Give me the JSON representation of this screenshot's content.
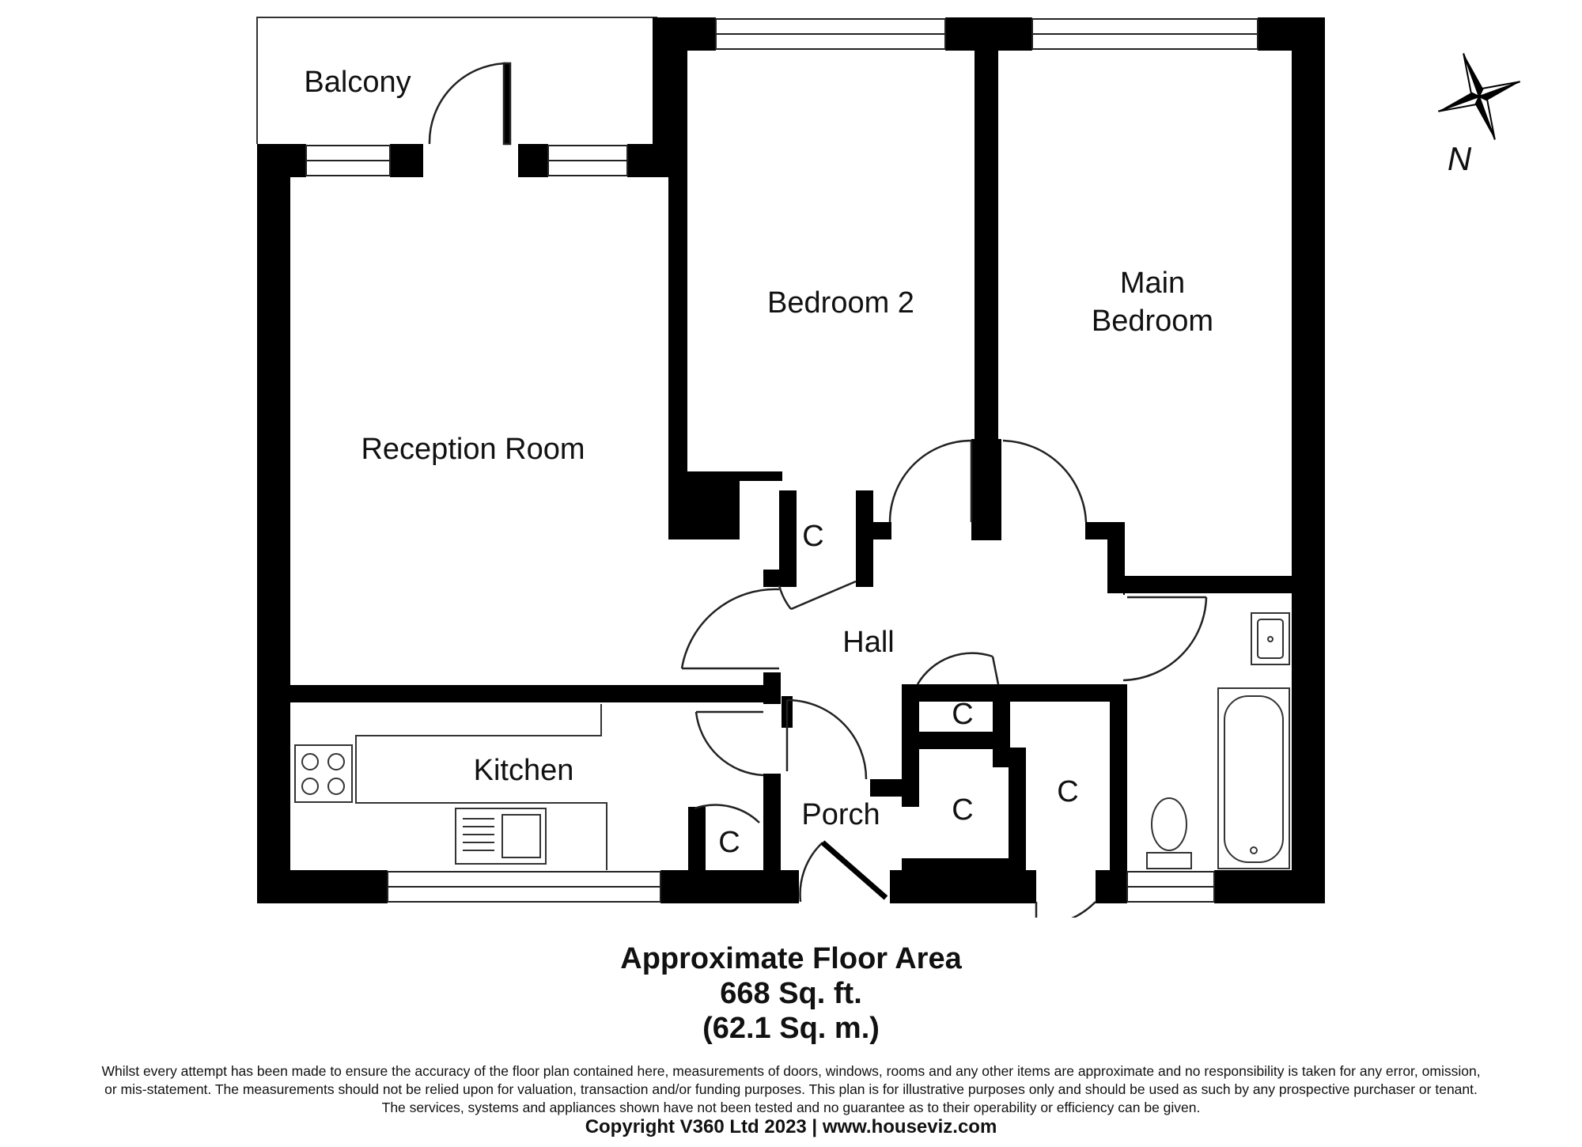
{
  "rooms": {
    "balcony": "Balcony",
    "reception": "Reception Room",
    "bedroom2": "Bedroom 2",
    "main_bedroom_line1": "Main",
    "main_bedroom_line2": "Bedroom",
    "hall": "Hall",
    "kitchen": "Kitchen",
    "porch": "Porch",
    "cupboard": "C"
  },
  "compass": {
    "north_label": "N"
  },
  "area": {
    "title": "Approximate Floor Area",
    "sqft": "668 Sq. ft.",
    "sqm": "(62.1 Sq. m.)"
  },
  "disclaimer": {
    "line1": "Whilst every attempt has been made to ensure the accuracy of the floor plan contained here, measurements of doors, windows, rooms and any other items are approximate and no responsibility is taken for any error, omission,",
    "line2": "or mis-statement. The measurements should not be relied upon for valuation, transaction and/or funding purposes. This plan is for illustrative purposes only and should be used as such by any prospective purchaser or tenant.",
    "line3": "The services, systems and appliances shown have not been tested and no guarantee as to their operability or efficiency can be given."
  },
  "copyright": "Copyright V360 Ltd 2023 | www.houseviz.com",
  "colors": {
    "wall": "#000000",
    "line": "#222222",
    "background": "#ffffff"
  }
}
